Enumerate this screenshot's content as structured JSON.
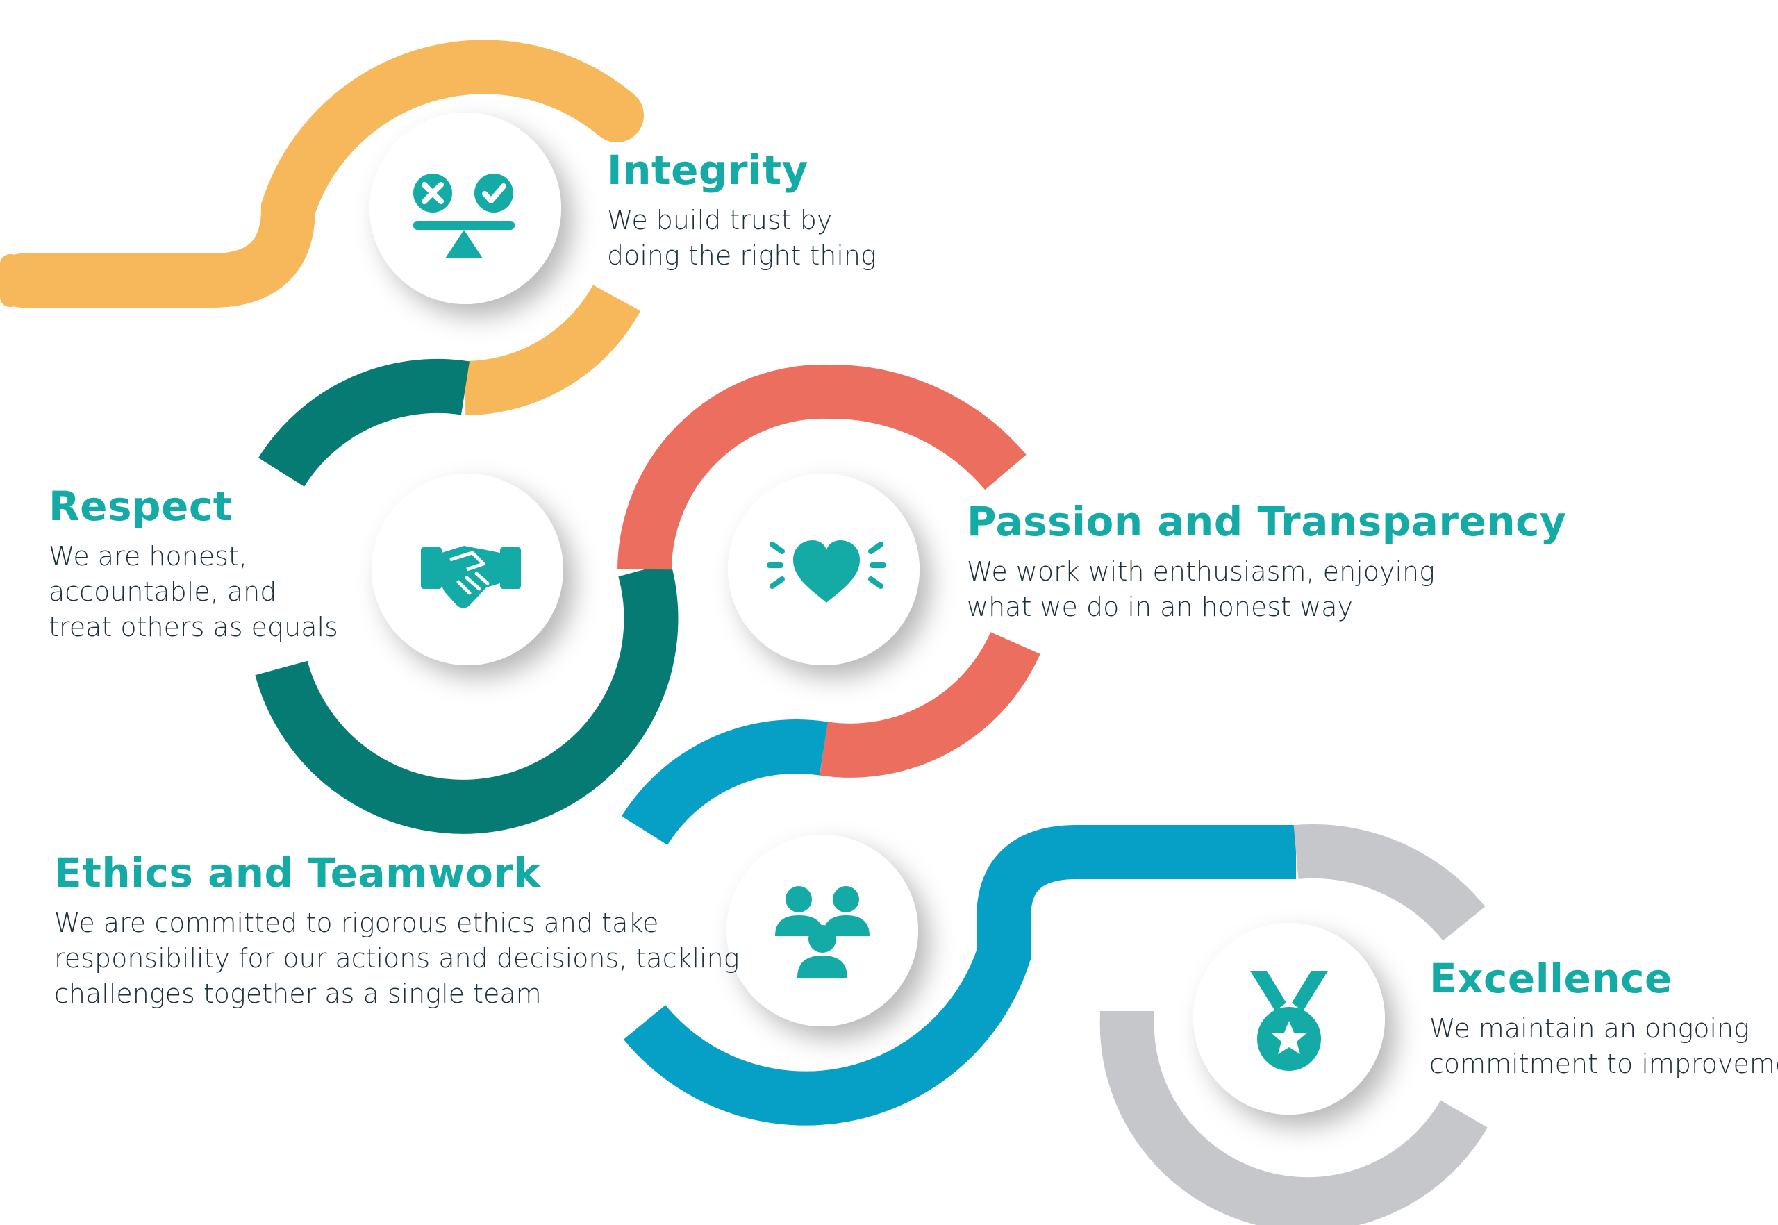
{
  "colors": {
    "yellow": "#F6B85A",
    "teal_dark": "#067B74",
    "coral": "#EC6E5F",
    "blue": "#06A0C6",
    "grey": "#C6C7CA",
    "accent": "#14AAA6"
  },
  "values": [
    {
      "icon": "balance-scale-icon",
      "title": "Integrity",
      "lines": [
        "We build trust by",
        "doing the right thing"
      ]
    },
    {
      "icon": "handshake-icon",
      "title": "Respect",
      "lines": [
        "We are honest,",
        "accountable, and",
        "treat others as equals"
      ]
    },
    {
      "icon": "heart-icon",
      "title": "Passion and Transparency",
      "lines": [
        "We work with enthusiasm, enjoying",
        "what we do in an honest way"
      ]
    },
    {
      "icon": "team-icon",
      "title": "Ethics and Teamwork",
      "lines": [
        "We are committed to rigorous ethics and take",
        "responsibility for our actions and decisions, tackling",
        "challenges together as a single team"
      ]
    },
    {
      "icon": "medal-icon",
      "title": "Excellence",
      "lines": [
        "We maintain an ongoing",
        "commitment to improvement"
      ]
    }
  ]
}
